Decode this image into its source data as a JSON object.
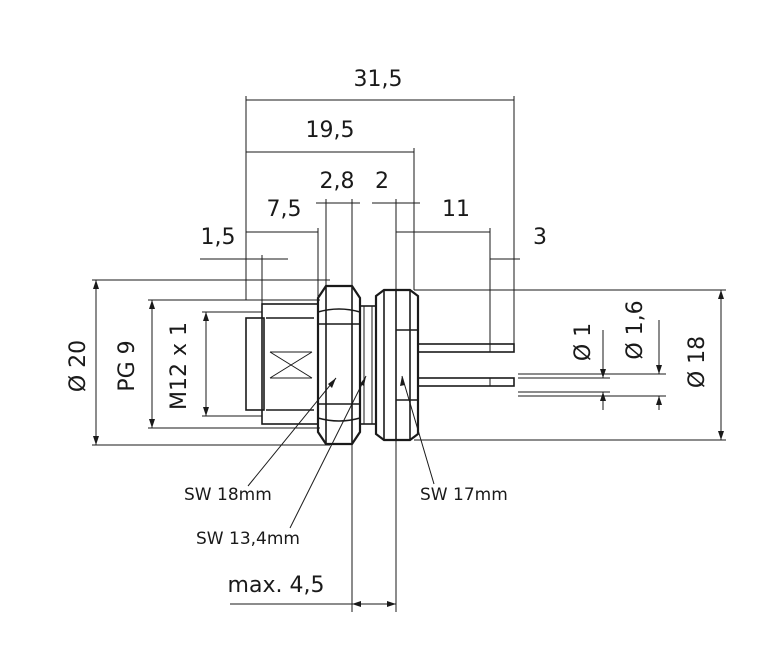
{
  "dimensions": {
    "overall_length": "31,5",
    "body_length": "19,5",
    "nut_width": "2,8",
    "flange_width": "2",
    "front_length": "7,5",
    "front_step": "1,5",
    "pin_length": "11",
    "pin_tip": "3",
    "panel_thickness": "max. 4,5"
  },
  "diameters": {
    "outer": "Ø 20",
    "pg_thread": "PG 9",
    "metric_thread": "M12 x 1",
    "pin_small": "Ø 1",
    "pin_large": "Ø 1,6",
    "flange": "Ø 18"
  },
  "wrench_sizes": {
    "sw1": "SW 18mm",
    "sw2": "SW 13,4mm",
    "sw3": "SW 17mm"
  }
}
